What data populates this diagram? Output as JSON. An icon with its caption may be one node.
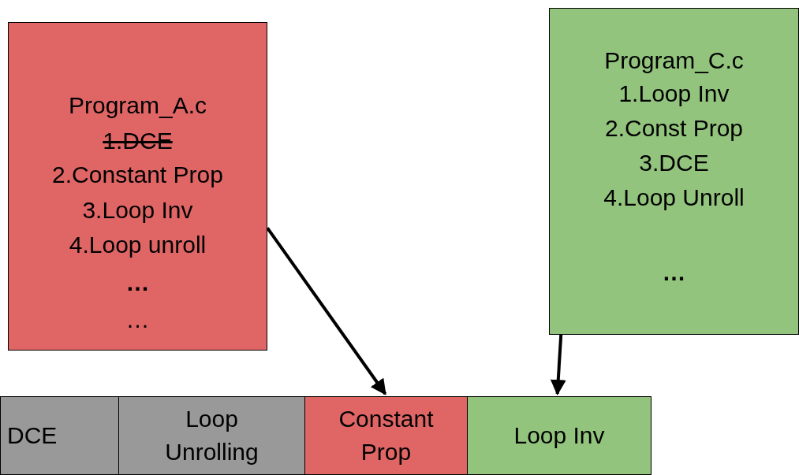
{
  "diagram": {
    "nodes": [
      {
        "text": [
          "Program_A.c",
          "1.DCE",
          "2.Constant Prop",
          "3.Loop Inv",
          "4.Loop unroll",
          "…",
          "…"
        ]
      },
      {
        "text": [
          "Program_C.c",
          "1.Loop Inv",
          "2.Const Prop",
          "3.DCE",
          "4.Loop Unroll",
          "…"
        ]
      },
      {
        "text": [
          "DCE"
        ]
      },
      {
        "text": [
          "Loop Unrolling"
        ]
      },
      {
        "text": [
          "Constant Prop"
        ]
      },
      {
        "text": [
          "Loop Inv"
        ]
      }
    ],
    "edges": [
      {
        "from": 0,
        "to": 4,
        "arrow": "to"
      },
      {
        "from": 1,
        "to": 5,
        "arrow": "to"
      }
    ]
  }
}
